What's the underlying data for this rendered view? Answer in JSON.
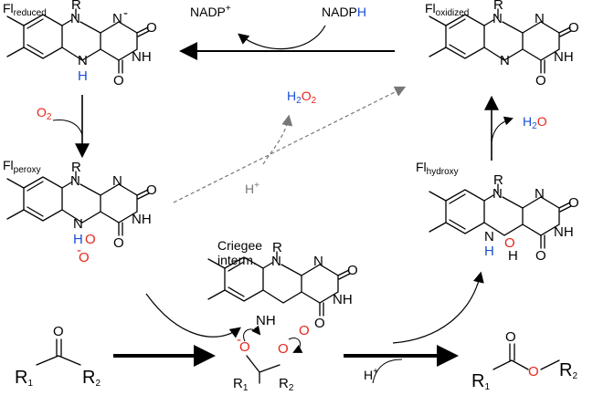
{
  "labels": {
    "fl_reduced": {
      "base": "Fl",
      "sub": "reduced"
    },
    "fl_oxidized": {
      "base": "Fl",
      "sub": "oxidized"
    },
    "fl_peroxy": {
      "base": "Fl",
      "sub": "peroxy"
    },
    "fl_hydroxy": {
      "base": "Fl",
      "sub": "hydroxy"
    },
    "criegee_line1": "Criegee",
    "criegee_line2": "interm."
  },
  "cofactor": {
    "nadp_plus": "NADP",
    "nadp_plus_sup": "+",
    "nadph_main": "NADP",
    "nadph_h": "H"
  },
  "reagents": {
    "o2": "O",
    "o2_sub": "2",
    "h2o2_h": "H",
    "h2o2_sub1": "2",
    "h2o2_o": "O",
    "h2o2_sub2": "2",
    "h_plus_gray": "H",
    "h_plus_gray_sup": "+",
    "h2o_h": "H",
    "h2o_sub": "2",
    "h2o_o": "O",
    "h_plus": "H",
    "h_plus_sup": "+"
  },
  "atoms": {
    "R": "R",
    "N": "N",
    "NH": "NH",
    "O": "O",
    "H": "H",
    "minus": "-",
    "R1": "R",
    "R1_sub": "1",
    "R2": "R",
    "R2_sub": "2"
  },
  "colors": {
    "red": "#e8241a",
    "blue": "#1a4fd6",
    "gray": "#777777"
  }
}
